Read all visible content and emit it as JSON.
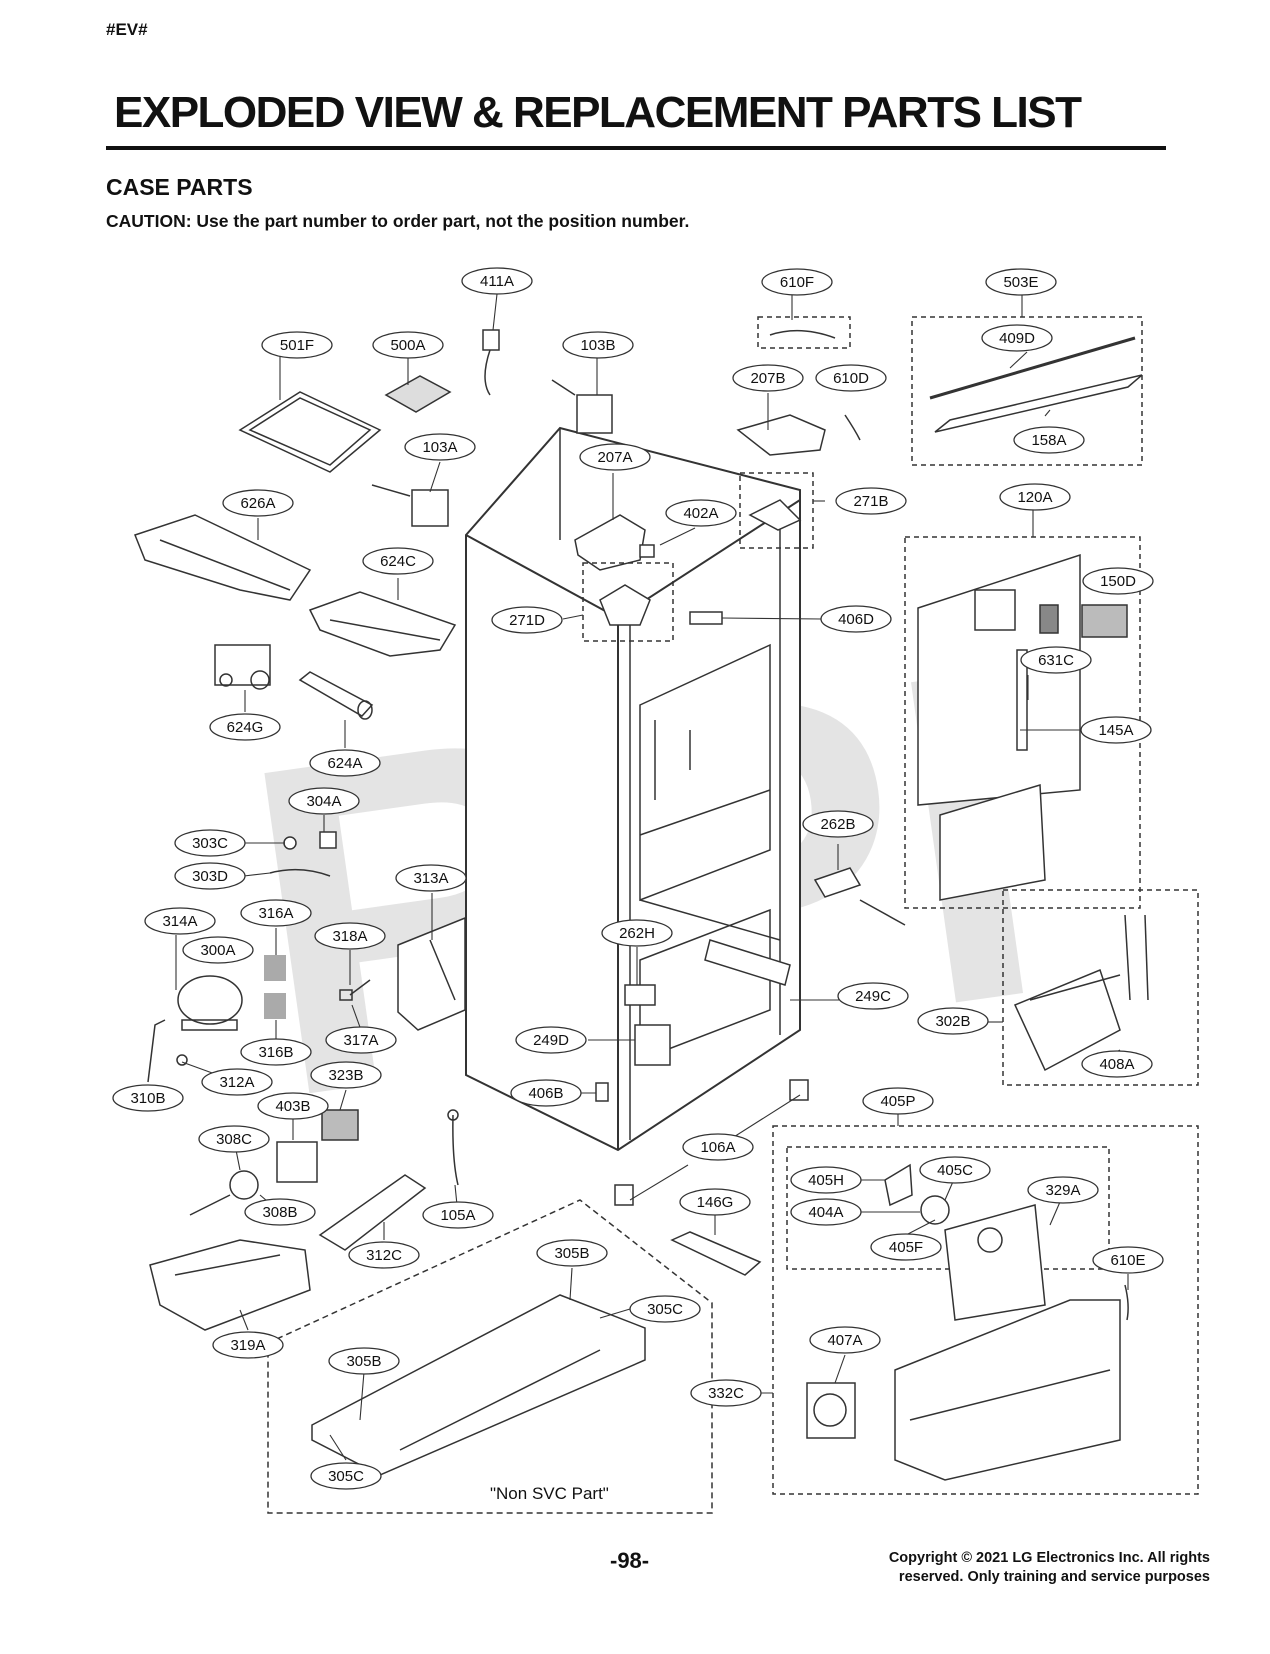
{
  "header": {
    "code": "#EV#",
    "title": "EXPLODED VIEW & REPLACEMENT PARTS LIST",
    "section": "CASE PARTS",
    "caution": "CAUTION: Use the part number to order part, not the position number."
  },
  "watermark": "RPI",
  "diagram": {
    "labels": [
      "411A",
      "610F",
      "503E",
      "501F",
      "500A",
      "103B",
      "409D",
      "207B",
      "610D",
      "158A",
      "103A",
      "207A",
      "402A",
      "271B",
      "626A",
      "120A",
      "624C",
      "150D",
      "271D",
      "406D",
      "631C",
      "624G",
      "145A",
      "624A",
      "304A",
      "303C",
      "262B",
      "303D",
      "313A",
      "314A",
      "316A",
      "262H",
      "318A",
      "300A",
      "249C",
      "302B",
      "249D",
      "317A",
      "316B",
      "408A",
      "312A",
      "323B",
      "406B",
      "310B",
      "403B",
      "405P",
      "308C",
      "106A",
      "405H",
      "405C",
      "329A",
      "404A",
      "146G",
      "308B",
      "105A",
      "405F",
      "312C",
      "305B",
      "305C",
      "610E",
      "319A",
      "407A",
      "305B",
      "332C",
      "305C"
    ],
    "note": "\"Non SVC Part\""
  },
  "footer": {
    "page_number": "-98-",
    "copyright_line1": "Copyright © 2021 LG Electronics Inc. All rights",
    "copyright_line2": "reserved. Only training and service purposes"
  }
}
